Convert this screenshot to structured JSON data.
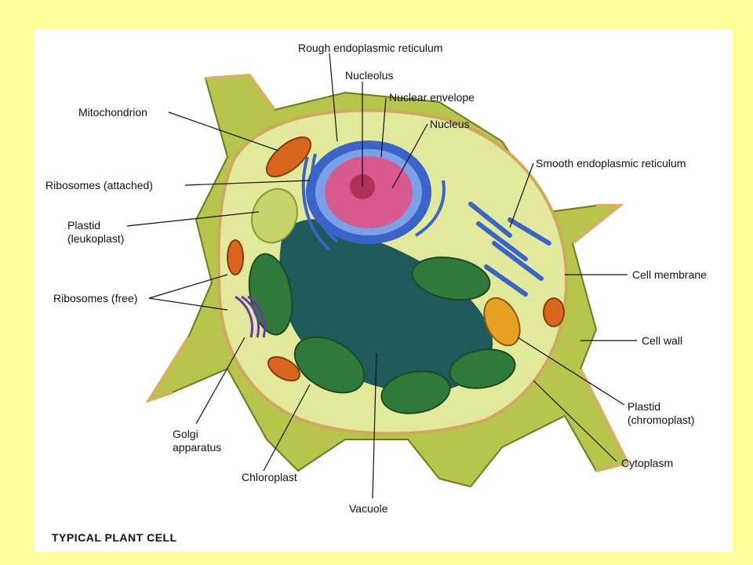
{
  "caption": "TYPICAL PLANT CELL",
  "labels": {
    "rough_er": "Rough endoplasmic reticulum",
    "nucleolus": "Nucleolus",
    "nuclear_envelope": "Nuclear envelope",
    "nucleus": "Nucleus",
    "mitochondrion": "Mitochondrion",
    "ribosomes_attached": "Ribosomes (attached)",
    "plastid_leukoplast": "Plastid\n(leukoplast)",
    "ribosomes_free": "Ribosomes (free)",
    "golgi": "Golgi\napparatus",
    "chloroplast": "Chloroplast",
    "vacuole": "Vacuole",
    "smooth_er": "Smooth endoplasmic reticulum",
    "cell_membrane": "Cell membrane",
    "cell_wall": "Cell wall",
    "plastid_chromoplast": "Plastid\n(chromoplast)",
    "cytoplasm": "Cytoplasm"
  },
  "colors": {
    "background": "#ffff99",
    "panel": "#ffffff",
    "cell_wall": "#b7c64a",
    "cytoplasm": "#e3e99a",
    "vacuole": "#1e5a5a",
    "nucleus": "#d65a8e",
    "nucleolus": "#b0305a",
    "er": "#3a64c8",
    "chloroplast": "#2f7a3a",
    "mitochondrion": "#d8661c",
    "chromoplast": "#e8a020",
    "leukoplast": "#c6d46a"
  }
}
